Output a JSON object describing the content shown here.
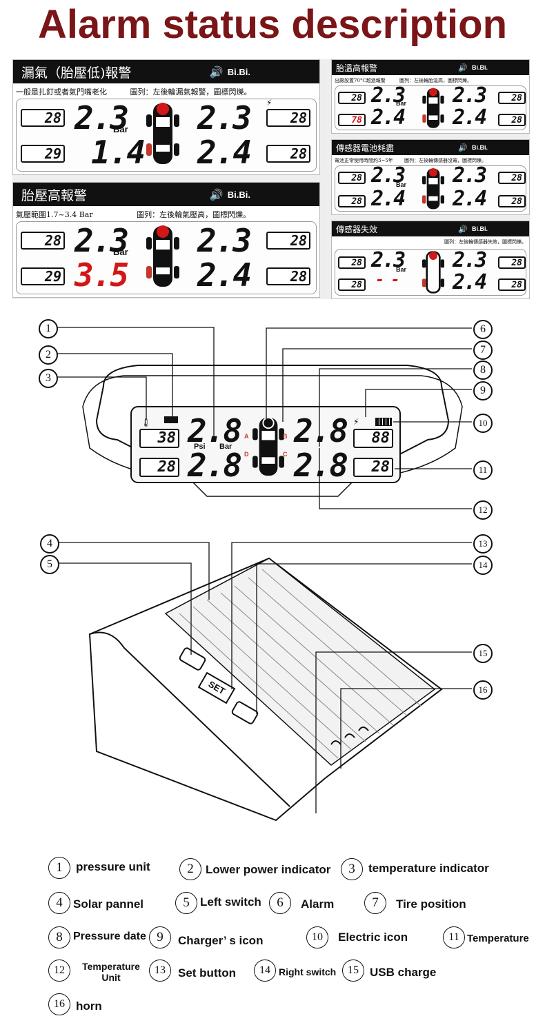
{
  "title": "Alarm status description",
  "panels": {
    "leak": {
      "header": "漏氣（胎壓低)報警",
      "bibi": "Bi.Bi.",
      "note_left": "一般是扎釘或者氣門嘴老化",
      "note_right": "圖列：左後輪漏氣報警，圖標閃爍。",
      "temps": [
        "28",
        "29",
        "28",
        "28"
      ],
      "pressures": [
        "2.3",
        "1.4",
        "2.3",
        "2.4"
      ],
      "unit": "Bar"
    },
    "high": {
      "header": "胎壓高報警",
      "bibi": "Bi.Bi.",
      "note_left": "氣壓範圍1.7~3.4 Bar",
      "note_right": "圖列：左後輪氣壓高，圖標閃爍。",
      "temps": [
        "28",
        "29",
        "28",
        "28"
      ],
      "pressures": [
        "2.3",
        "3.5",
        "2.3",
        "2.4"
      ],
      "unit": "Bar"
    },
    "temp": {
      "header": "胎溫高報警",
      "bibi": "Bi.Bi.",
      "note_left": "出廠設置70°C超過報警",
      "note_right": "圖列：左後輪胎溫高，圖標閃爍。",
      "temps": [
        "28",
        "78",
        "28",
        "28"
      ],
      "pressures": [
        "2.3",
        "2.4",
        "2.3",
        "2.4"
      ],
      "unit": "Bar"
    },
    "battery": {
      "header": "傳感器電池耗盡",
      "bibi": "Bi.Bi.",
      "note_left": "電池正常使用時間約3~5年",
      "note_right": "圖列：左後輪傳感器沒電，圖標閃爍。",
      "temps": [
        "28",
        "28",
        "28",
        "28"
      ],
      "pressures": [
        "2.3",
        "2.4",
        "2.3",
        "2.4"
      ],
      "unit": "Bar"
    },
    "failure": {
      "header": "傳感器失效",
      "bibi": "Bi.Bi.",
      "note_right": "圖列：左後輪傳感器失效，圖標閃爍。",
      "temps": [
        "28",
        "28",
        "28",
        "28"
      ],
      "pressures": [
        "2.3",
        "- -",
        "2.3",
        "2.4"
      ],
      "unit": "Bar"
    }
  },
  "device_display": {
    "temps": [
      "38",
      "28",
      "88",
      "28"
    ],
    "pressures": [
      "2.8",
      "2.8",
      "2.8",
      "2.8"
    ],
    "psi": "Psi",
    "bar": "Bar",
    "tire_letters": [
      "A",
      "B",
      "C",
      "D"
    ]
  },
  "device_buttons": {
    "set": "SET"
  },
  "callouts": [
    "1",
    "2",
    "3",
    "4",
    "5",
    "6",
    "7",
    "8",
    "9",
    "10",
    "11",
    "12",
    "13",
    "14",
    "15",
    "16"
  ],
  "legend": [
    {
      "num": "1",
      "label": "pressure unit"
    },
    {
      "num": "2",
      "label": "Lower power indicator"
    },
    {
      "num": "3",
      "label": "temperature indicator"
    },
    {
      "num": "4",
      "label": "Solar pannel"
    },
    {
      "num": "5",
      "label": "Left switch"
    },
    {
      "num": "6",
      "label": "Alarm"
    },
    {
      "num": "7",
      "label": "Tire position"
    },
    {
      "num": "8",
      "label": "Pressure date"
    },
    {
      "num": "9",
      "label": "Charger’ s icon"
    },
    {
      "num": "10",
      "label": "Electric icon"
    },
    {
      "num": "11",
      "label": "Temperature"
    },
    {
      "num": "12",
      "label": "Temperature Unit"
    },
    {
      "num": "13",
      "label": "Set button"
    },
    {
      "num": "14",
      "label": "Right switch"
    },
    {
      "num": "15",
      "label": "USB charge"
    },
    {
      "num": "16",
      "label": "horn"
    }
  ]
}
